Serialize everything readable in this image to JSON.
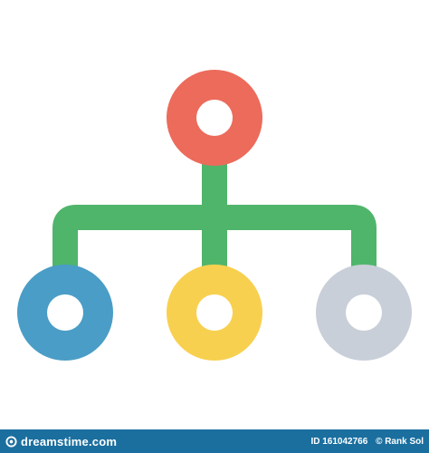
{
  "icon": {
    "name": "hierarchy-structure-icon",
    "colors": {
      "connector": "#4fb56b",
      "root_node": "#ec6b5b",
      "left_node": "#4a9dc6",
      "middle_node": "#f8d04f",
      "right_node": "#c9cfd8",
      "node_hole": "#ffffff"
    }
  },
  "footer": {
    "background": "#1b6f9f",
    "logo_text": "dreamstime.com",
    "image_id": "ID 161042766",
    "author": "© Rank Sol"
  }
}
